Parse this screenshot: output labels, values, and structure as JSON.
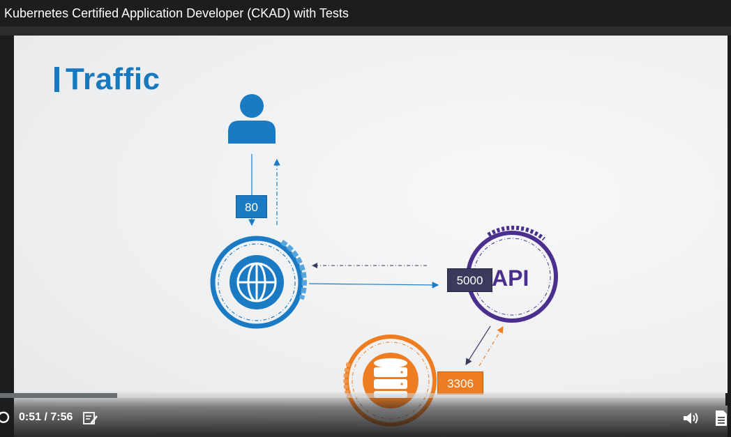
{
  "window": {
    "title": "Kubernetes Certified Application Developer (CKAD) with Tests"
  },
  "slide": {
    "title": "Traffic",
    "ports": {
      "web_in": "80",
      "api": "5000",
      "db": "3306"
    },
    "api_label": "API",
    "colors": {
      "blue": "#1779bf",
      "purple": "#4a2f8f",
      "orange": "#ee7d22",
      "dark": "#3b3a5d"
    }
  },
  "player": {
    "time": "0:51 / 7:56",
    "progress_fraction": 0.107,
    "icons": {
      "replay": "rewind-icon",
      "notes": "notes-icon",
      "volume": "volume-icon",
      "transcript": "transcript-icon"
    }
  }
}
